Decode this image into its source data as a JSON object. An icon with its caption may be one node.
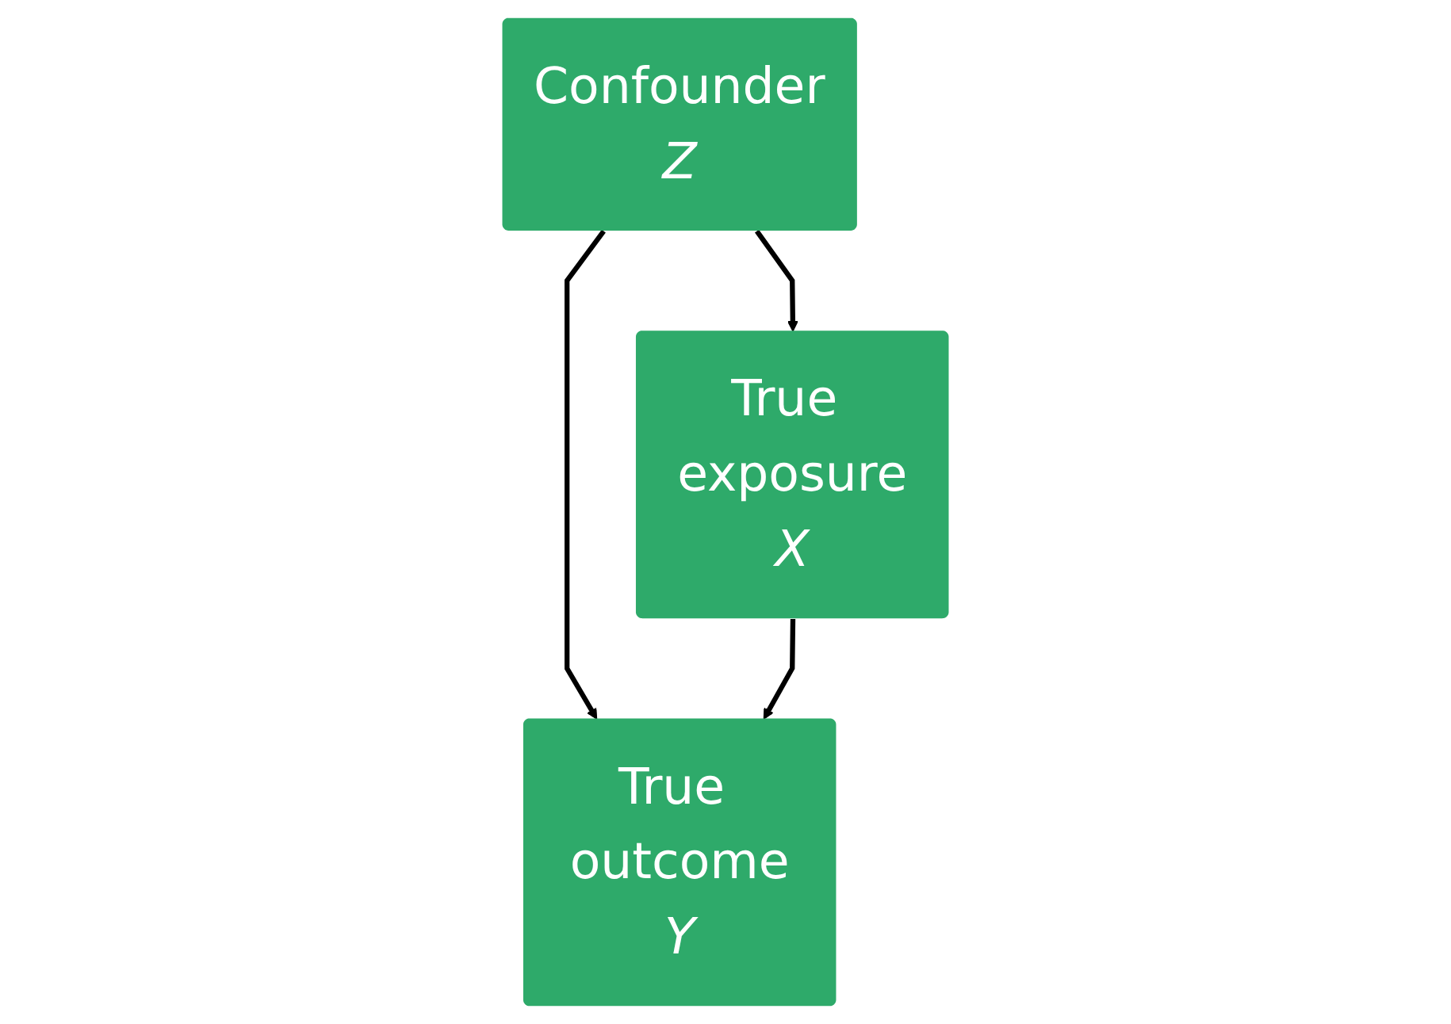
{
  "diagram": {
    "nodes": [
      {
        "text": [
          "Confounder",
          "Z"
        ]
      },
      {
        "text": [
          "True exposure",
          "X"
        ]
      },
      {
        "text": [
          "True outcome",
          "Y"
        ]
      }
    ],
    "edges": [
      {
        "from": 0,
        "to": 1,
        "arrow": "to"
      },
      {
        "from": 0,
        "to": 2,
        "arrow": "to"
      },
      {
        "from": 1,
        "to": 2,
        "arrow": "to"
      }
    ]
  }
}
